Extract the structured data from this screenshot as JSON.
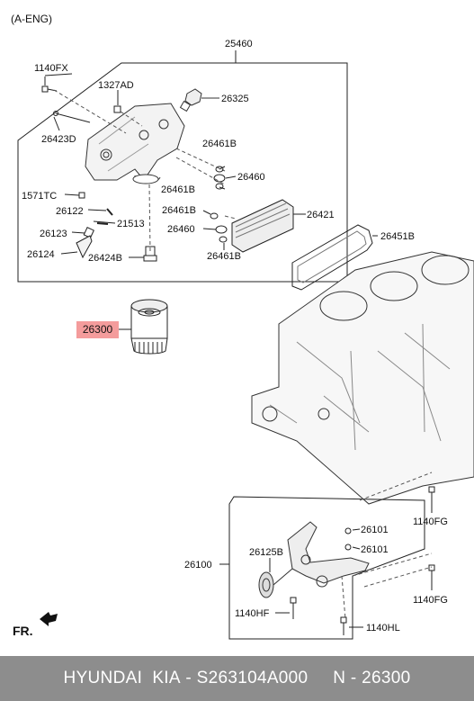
{
  "engine_code": "(A-ENG)",
  "direction_label": "FR.",
  "highlight": {
    "part_no": "26300",
    "color": "#f28b8b"
  },
  "labels": {
    "l25460": "25460",
    "l1140FX": "1140FX",
    "l1327AD": "1327AD",
    "l26325": "26325",
    "l26423D": "26423D",
    "l26461B_a": "26461B",
    "l26460_a": "26460",
    "l26461B_b": "26461B",
    "l1571TC": "1571TC",
    "l26122": "26122",
    "l21513": "21513",
    "l26461B_c": "26461B",
    "l26421": "26421",
    "l26123": "26123",
    "l26460_b": "26460",
    "l26451B": "26451B",
    "l26124": "26124",
    "l26424B": "26424B",
    "l26461B_d": "26461B",
    "l1140FG_a": "1140FG",
    "l26101_a": "26101",
    "l26125B": "26125B",
    "l26101_b": "26101",
    "l26100": "26100",
    "l1140FG_b": "1140FG",
    "l1140HF": "1140HF",
    "l1140HL": "1140HL"
  },
  "footer": {
    "brand": "HYUNDAI  KIA",
    "sep1": " - ",
    "part_number": "S263104A000",
    "spacer": "     ",
    "oem_prefix": "N - ",
    "oem_number": "26300"
  }
}
